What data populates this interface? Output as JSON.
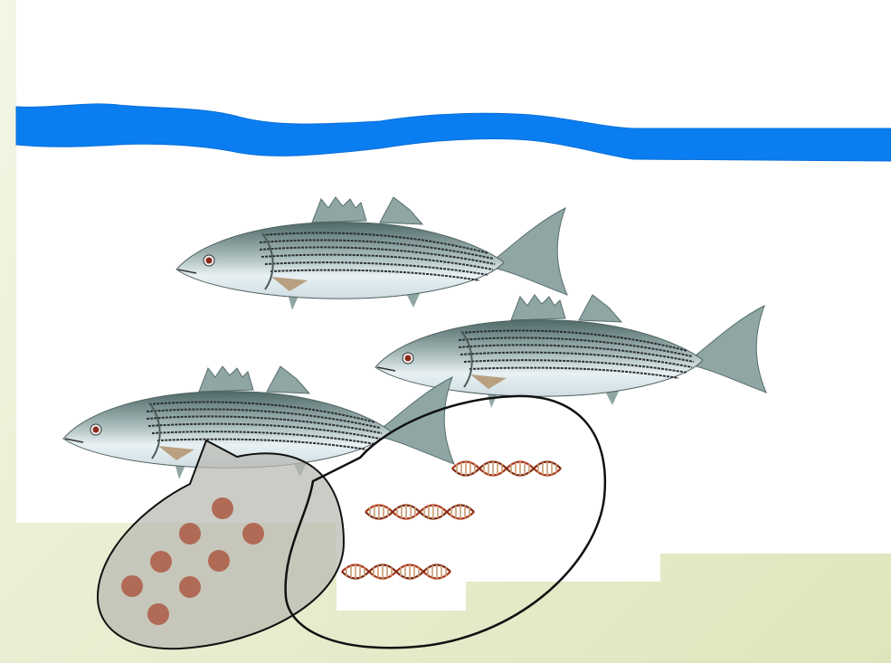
{
  "colors": {
    "background": "#e6eccc",
    "panel": "#ffffff",
    "water_line": "#0a7ef0",
    "fish_back": "#5f7b78",
    "fish_belly": "#e8f1f4",
    "fish_fin": "#8fa6a4",
    "fish_stripe": "#2b2f33",
    "cell_fill": "#b8b8b2",
    "particle": "#b06a55",
    "dna_strand": "#a8361a",
    "dna_rung": "#c99a72",
    "outline": "#111111"
  },
  "icons": {
    "fish": "striped-bass-icon",
    "dna": "dna-double-helix-icon",
    "particle": "circle-dot-icon"
  },
  "scene": {
    "fish_count": 3,
    "particle_count": 8,
    "dna_count": 3
  }
}
